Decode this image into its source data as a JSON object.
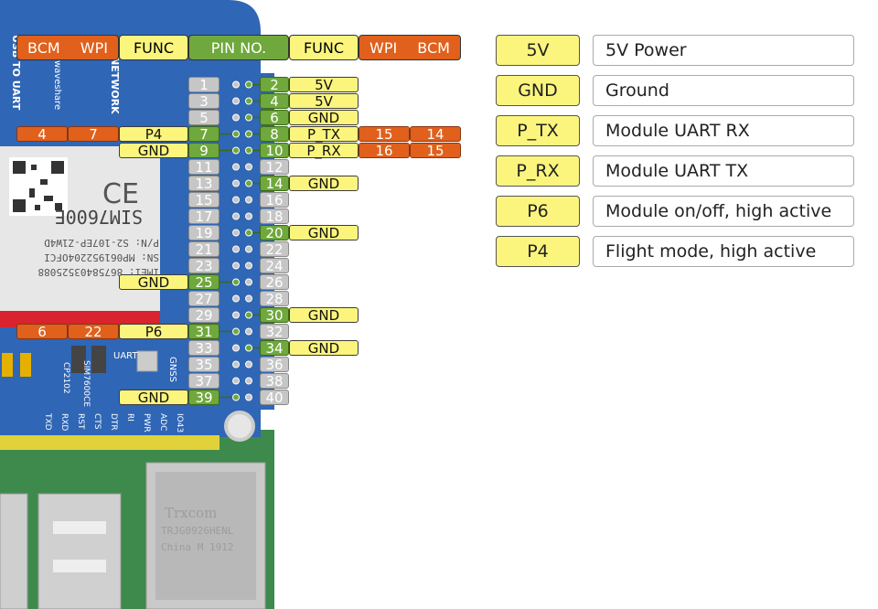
{
  "header": {
    "left_orange": [
      "BCM",
      "WPI"
    ],
    "left_func": "FUNC",
    "pin_no": "PIN NO.",
    "right_func": "FUNC",
    "right_orange": [
      "WPI",
      "BCM"
    ]
  },
  "board_text": {
    "usb_to_uart": "USB TO UART",
    "brand": "waveshare",
    "network": "NETWORK",
    "imei": "IMEI: 86758403525088",
    "sn": "SN: MP061952204OFCI",
    "pn": "P/N: S2-107EP-Z1W4D",
    "module": "SIM7600E",
    "cp2102": "CP2102",
    "usb_sim": "SIM7600CE",
    "uart": "UART",
    "gnss": "GNSS",
    "ce": "CE",
    "bottom_pins": [
      "TXD",
      "RXD",
      "RST",
      "CTS",
      "DTR",
      "RI",
      "PWR",
      "ADC",
      "IO43"
    ],
    "eth_brand": "Trxcom",
    "eth_model": "TRJG0926HENL",
    "eth_origin": "China M 1912"
  },
  "pins_left": [
    {
      "num": "1"
    },
    {
      "num": "3"
    },
    {
      "num": "5"
    },
    {
      "num": "7",
      "func": "P4",
      "wpi": "7",
      "bcm": "4"
    },
    {
      "num": "9",
      "func": "GND"
    },
    {
      "num": "11"
    },
    {
      "num": "13"
    },
    {
      "num": "15"
    },
    {
      "num": "17"
    },
    {
      "num": "19"
    },
    {
      "num": "21"
    },
    {
      "num": "23"
    },
    {
      "num": "25",
      "func": "GND"
    },
    {
      "num": "27"
    },
    {
      "num": "29"
    },
    {
      "num": "31",
      "func": "P6",
      "wpi": "22",
      "bcm": "6"
    },
    {
      "num": "33"
    },
    {
      "num": "35"
    },
    {
      "num": "37"
    },
    {
      "num": "39",
      "func": "GND"
    }
  ],
  "pins_right": [
    {
      "num": "2",
      "func": "5V"
    },
    {
      "num": "4",
      "func": "5V"
    },
    {
      "num": "6",
      "func": "GND"
    },
    {
      "num": "8",
      "func": "P_TX",
      "wpi": "15",
      "bcm": "14"
    },
    {
      "num": "10",
      "func": "P_RX",
      "wpi": "16",
      "bcm": "15"
    },
    {
      "num": "12"
    },
    {
      "num": "14",
      "func": "GND"
    },
    {
      "num": "16"
    },
    {
      "num": "18"
    },
    {
      "num": "20",
      "func": "GND"
    },
    {
      "num": "22"
    },
    {
      "num": "24"
    },
    {
      "num": "26"
    },
    {
      "num": "28"
    },
    {
      "num": "30",
      "func": "GND"
    },
    {
      "num": "32"
    },
    {
      "num": "34",
      "func": "GND"
    },
    {
      "num": "36"
    },
    {
      "num": "38"
    },
    {
      "num": "40"
    }
  ],
  "legend": [
    {
      "key": "5V",
      "desc": "5V Power"
    },
    {
      "key": "GND",
      "desc": "Ground"
    },
    {
      "key": "P_TX",
      "desc": "Module UART RX"
    },
    {
      "key": "P_RX",
      "desc": "Module UART TX"
    },
    {
      "key": "P6",
      "desc": "Module on/off, high active"
    },
    {
      "key": "P4",
      "desc": "Flight mode, high active"
    }
  ],
  "colors": {
    "orange": "#e0601c",
    "yellow": "#fbf57d",
    "green": "#6fa83c",
    "grey": "#c6c6c6",
    "board_blue": "#2f66b5",
    "pcb_green": "#3d8a4c"
  }
}
